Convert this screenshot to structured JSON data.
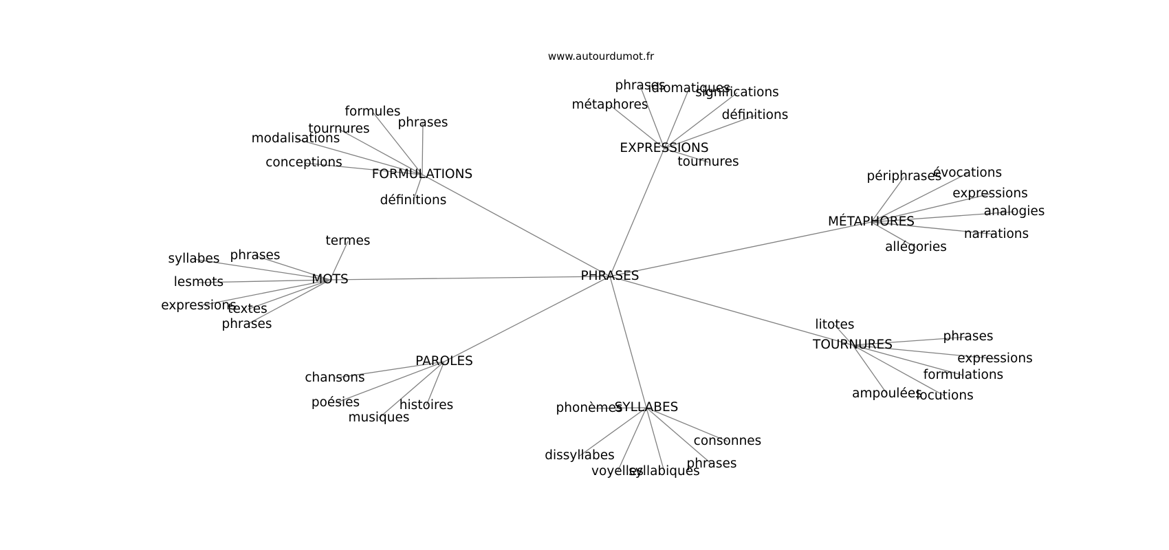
{
  "site_label": "www.autourdumot.fr",
  "center": "PHRASES",
  "groups": [
    {
      "label": "EXPRESSIONS",
      "children": [
        "phrases",
        "idiomatiques",
        "significations",
        "métaphores",
        "définitions",
        "tournures"
      ]
    },
    {
      "label": "FORMULATIONS",
      "children": [
        "formules",
        "phrases",
        "tournures",
        "modalisations",
        "conceptions",
        "définitions"
      ]
    },
    {
      "label": "MÉTAPHORES",
      "children": [
        "périphrases",
        "évocations",
        "expressions",
        "analogies",
        "narrations",
        "allégories"
      ]
    },
    {
      "label": "MOTS",
      "children": [
        "termes",
        "phrases",
        "syllabes",
        "lesmots",
        "expressions",
        "textes",
        "phrases"
      ]
    },
    {
      "label": "TOURNURES",
      "children": [
        "litotes",
        "phrases",
        "expressions",
        "formulations",
        "ampoulées",
        "locutions"
      ]
    },
    {
      "label": "PAROLES",
      "children": [
        "chansons",
        "poésies",
        "histoires",
        "musiques"
      ]
    },
    {
      "label": "SYLLABES",
      "children": [
        "phonèmes",
        "consonnes",
        "dissyllabes",
        "phrases",
        "voyelles",
        "syllabiques"
      ]
    }
  ]
}
